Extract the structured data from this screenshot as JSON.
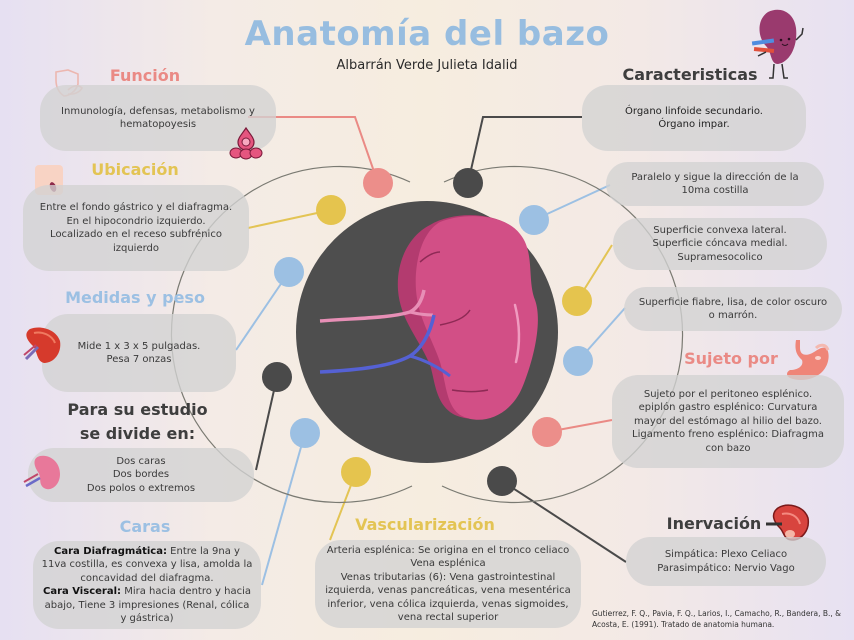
{
  "header": {
    "title": "Anatomía del bazo",
    "author": "Albarrán Verde Julieta Idalid"
  },
  "colors": {
    "title": "#97bde0",
    "pink": "#ea8a85",
    "yellow": "#e3c454",
    "blue": "#9cc0e3",
    "dark": "#4a4a4a",
    "spleen": "#d24f86",
    "box": "#d2d2d2"
  },
  "sections": {
    "funcion": {
      "heading": "Función",
      "icon": "shield-hand-icon",
      "lines": [
        "Inmunología, defensas, metabolismo y hematopoyesis"
      ]
    },
    "ubicacion": {
      "heading": "Ubicación",
      "icon": "torso-spleen-icon",
      "lines": [
        "Entre el fondo gástrico y el diafragma. En el hipocondrio izquierdo.",
        "Localizado en el receso subfrénico izquierdo"
      ]
    },
    "medidas": {
      "heading": "Medidas y peso",
      "icon": "spleen-red-icon",
      "lines": [
        "Mide 1 x 3 x 5 pulgadas.",
        "Pesa 7 onzas"
      ]
    },
    "estudio": {
      "heading_line1": "Para su estudio",
      "heading_line2": "se divide en:",
      "icon": "spleen-pink-icon",
      "lines": [
        "Dos caras",
        "Dos bordes",
        "Dos polos o extremos"
      ]
    },
    "caras": {
      "heading": "Caras",
      "items": [
        {
          "label": "Cara Diafragmática:",
          "text": " Entre la 9na y 11va costilla, es convexa y lisa, amolda la concavidad del diafragma."
        },
        {
          "label": "Cara Visceral:",
          "text": " Mira hacia dentro y hacia abajo, Tiene 3 impresiones (Renal, cólica y gástrica)"
        }
      ]
    },
    "vascularizacion": {
      "heading": "Vascularización",
      "lines": [
        "Arteria esplénica: Se origina en el tronco celiaco",
        "Vena esplénica",
        "Venas tributarias (6): Vena gastrointestinal izquierda, venas pancreáticas, vena mesentérica inferior, vena cólica izquierda, venas sigmoides, vena rectal superior"
      ]
    },
    "caracteristicas": {
      "heading": "Caracteristicas",
      "icon": "spleen-mascot-icon",
      "lines": [
        "Órgano linfoide secundario.",
        "Órgano impar."
      ]
    },
    "costilla": {
      "lines": [
        "Paralelo y sigue la dirección de la 10ma costilla"
      ]
    },
    "superficie": {
      "lines": [
        "Superficie convexa lateral.",
        "Superficie cóncava medial.",
        "Supramesocolico"
      ]
    },
    "color": {
      "lines": [
        "Superficie fiabre, lisa, de color oscuro o marrón."
      ]
    },
    "sujeto": {
      "heading": "Sujeto por",
      "icon": "stomach-icon",
      "lines": [
        "Sujeto por el peritoneo esplénico.",
        "epiplón gastro esplénico: Curvatura mayor del estómago al hilio del bazo.",
        "Ligamento freno esplénico: Diafragma con bazo"
      ]
    },
    "inervacion": {
      "heading": "Inervación",
      "icon": "spleen-cut-icon",
      "lines": [
        "Simpática: Plexo Celiaco",
        "Parasimpático: Nervio Vago"
      ]
    }
  },
  "reference": "Gutierrez, F. Q., Pavia, F. Q., Larios, I., Camacho, R., Bandera, B., & Acosta, E. (1991). Tratado de anatomia humana.",
  "center_image": "spleen-illustration"
}
